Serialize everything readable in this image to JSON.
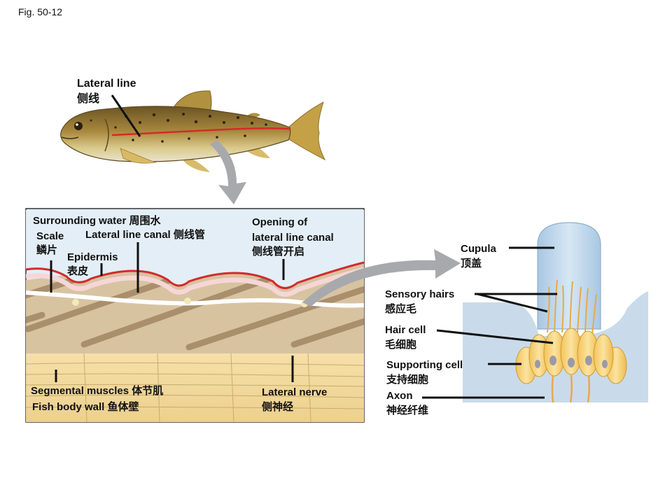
{
  "figure_id": "Fig. 50-12",
  "fish": {
    "lateral_line_en": "Lateral line",
    "lateral_line_cn": "侧线"
  },
  "cross_section": {
    "surrounding_water": "Surrounding water 周围水",
    "scale_en": "Scale",
    "scale_cn": "鳞片",
    "lateral_line_canal": "Lateral line canal 侧线管",
    "epidermis_en": "Epidermis",
    "epidermis_cn": "表皮",
    "opening_en_1": "Opening of",
    "opening_en_2": "lateral line canal",
    "opening_cn": "侧线管开启",
    "segmental_muscles": "Segmental muscles 体节肌",
    "fish_body_wall": "Fish body wall 鱼体壁",
    "lateral_nerve_en": "Lateral nerve",
    "lateral_nerve_cn": "侧神经"
  },
  "neuromast": {
    "cupula_en": "Cupula",
    "cupula_cn": "顶盖",
    "sensory_hairs_en": "Sensory  hairs",
    "sensory_hairs_cn": "感应毛",
    "hair_cell_en": "Hair cell",
    "hair_cell_cn": "毛细胞",
    "supporting_cell_en": "Supporting  cell",
    "supporting_cell_cn": "支持细胞",
    "axon_en": "Axon",
    "axon_cn": "神经纤维"
  },
  "colors": {
    "lateral_line": "#d42a2a",
    "cupula": "#b9d3e8",
    "tissue": "#f2ddaa",
    "water_panel": "#d6e6f2",
    "arrow": "#a7a9ac"
  }
}
